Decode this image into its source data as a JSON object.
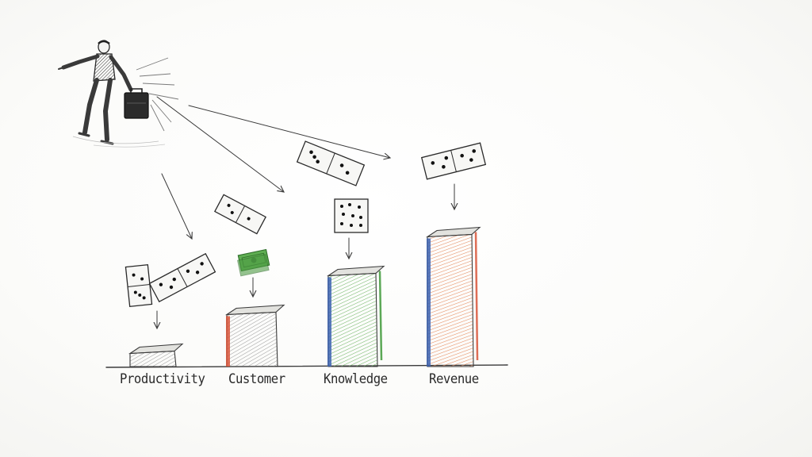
{
  "chart_data": {
    "type": "bar",
    "categories": [
      "Productivity",
      "Customer",
      "Knowledge",
      "Revenue"
    ],
    "values": [
      1,
      3,
      5,
      7
    ],
    "title": "",
    "xlabel": "",
    "ylabel": "",
    "ylim": [
      0,
      8
    ],
    "grid": false,
    "legend": "none"
  },
  "colors": {
    "ink": "#3a3a3a",
    "red": "#d9553a",
    "green": "#3f9a3a",
    "blue": "#3d63b0",
    "orange": "#e08a5c",
    "money": "#57a24a"
  },
  "icons": [
    "businessman-icon",
    "briefcase-icon",
    "domino-icon",
    "money-icon",
    "arrow-icon"
  ]
}
